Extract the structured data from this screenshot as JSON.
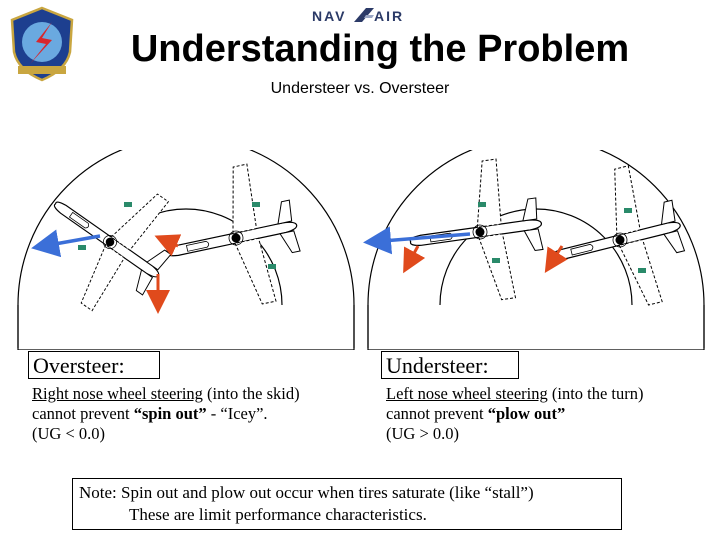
{
  "header": {
    "brand_left": "NAV",
    "brand_right": "AIR",
    "title": "Understanding the Problem",
    "subtitle": "Understeer vs. Oversteer"
  },
  "oversteer": {
    "heading": "Oversteer:",
    "line1_underlined": "Right nose wheel steering",
    "line1_rest": " (into the skid)",
    "line2_start": "cannot prevent ",
    "line2_bold": "“spin out”",
    "line2_end": " - “Icey”.",
    "line3": "(UG < 0.0)"
  },
  "understeer": {
    "heading": "Understeer:",
    "line1_underlined": "Left nose wheel steering",
    "line1_rest": " (into the turn)",
    "line2_start": "cannot prevent ",
    "line2_bold": "“plow out”",
    "line3": "(UG > 0.0)"
  },
  "note": {
    "line1": "Note: Spin out and plow out occur when tires saturate (like “stall”)",
    "line2": "These are limit performance characteristics."
  },
  "colors": {
    "velocity_arrow": "#3b6fd8",
    "force_arrow": "#e04a1c",
    "wheel_marker": "#2a8a6a",
    "logo_blue": "#1d3f8f",
    "logo_red": "#d8262c"
  },
  "icons": [
    "squadron-logo",
    "navair-logo",
    "aircraft-silhouette"
  ]
}
